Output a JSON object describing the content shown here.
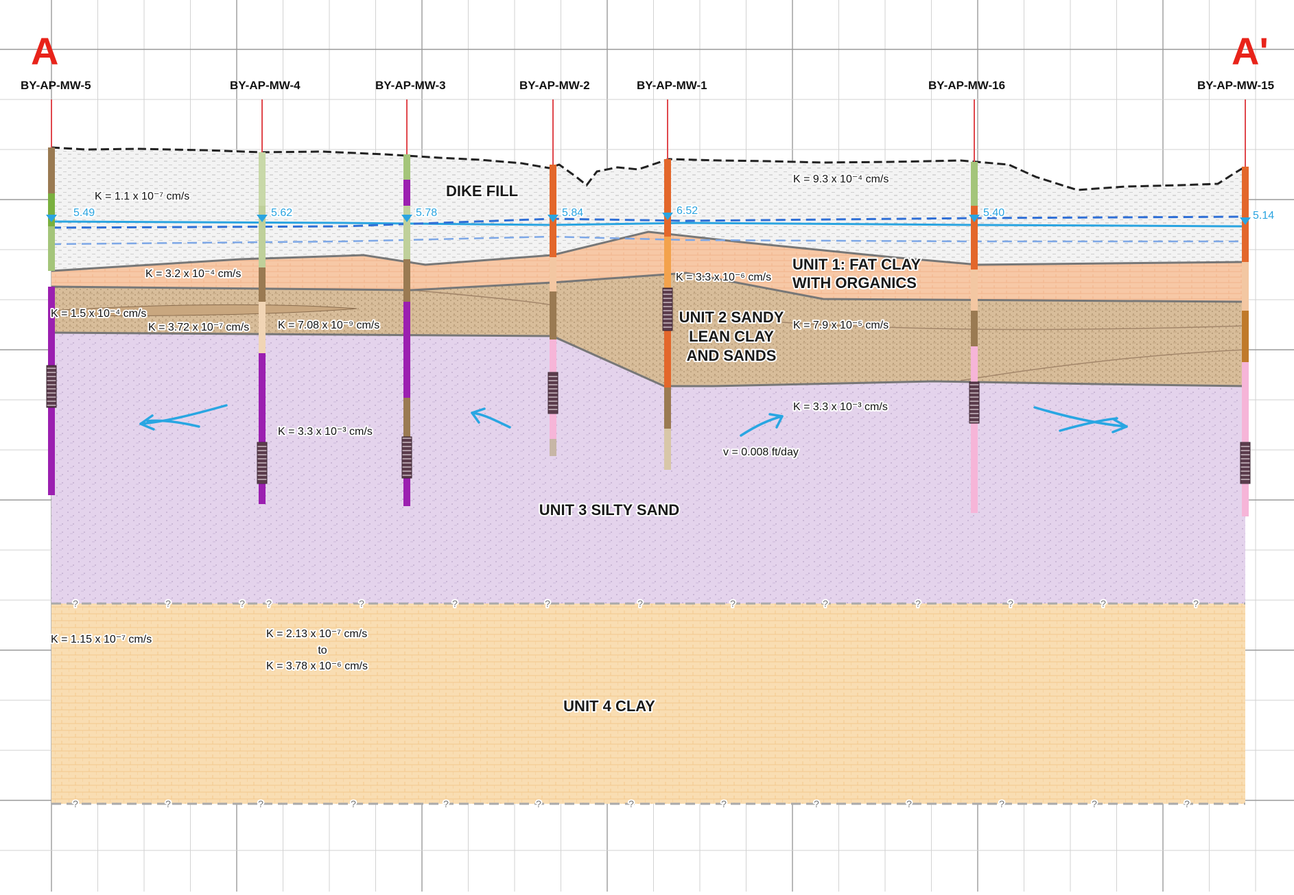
{
  "section": {
    "start_label": "A",
    "end_label": "A'"
  },
  "wells": [
    {
      "name": "BY-AP-MW-5",
      "water_level": "5.49"
    },
    {
      "name": "BY-AP-MW-4",
      "water_level": "5.62"
    },
    {
      "name": "BY-AP-MW-3",
      "water_level": "5.78"
    },
    {
      "name": "BY-AP-MW-2",
      "water_level": "5.84"
    },
    {
      "name": "BY-AP-MW-1",
      "water_level": "6.52"
    },
    {
      "name": "BY-AP-MW-16",
      "water_level": "5.40"
    },
    {
      "name": "BY-AP-MW-15",
      "water_level": "5.14"
    }
  ],
  "units": {
    "dike_fill": "DIKE FILL",
    "unit1_line1": "UNIT 1: FAT CLAY",
    "unit1_line2": "WITH ORGANICS",
    "unit2_line1": "UNIT 2 SANDY",
    "unit2_line2": "LEAN CLAY",
    "unit2_line3": "AND SANDS",
    "unit3": "UNIT 3 SILTY SAND",
    "unit4": "UNIT 4 CLAY"
  },
  "k_values": {
    "k_dike_left": "K = 1.1 x 10⁻⁷ cm/s",
    "k_dike_right": "K = 9.3 x 10⁻⁴ cm/s",
    "k_unit1_left": "K = 3.2 x 10⁻⁴ cm/s",
    "k_unit1_right": "K = 3.3 x 10⁻⁶ cm/s",
    "k_unit2_a": "K = 1.5 x 10⁻⁴ cm/s",
    "k_unit2_b": "K = 3.72 x 10⁻⁷ cm/s",
    "k_unit2_c": "K = 7.08 x 10⁻⁹ cm/s",
    "k_unit2_right": "K = 7.9 x 10⁻⁵ cm/s",
    "k_unit3_left": "K = 3.3 x 10⁻³ cm/s",
    "k_unit3_right": "K = 3.3 x 10⁻³ cm/s",
    "k_unit4_left": "K = 1.15 x 10⁻⁷ cm/s",
    "k_unit4_mid_1": "K = 2.13 x 10⁻⁷ cm/s",
    "k_unit4_mid_to": "to",
    "k_unit4_mid_2": "K = 3.78 x 10⁻⁶ cm/s"
  },
  "velocity": "v = 0.008 ft/day",
  "uncertain_contact_mark": "?",
  "colors": {
    "dike_fill": "#f2f2f2",
    "unit1": "#f6c7a5",
    "unit2": "#d6bb98",
    "unit3": "#e3d2eb",
    "unit4": "#f9dcb0",
    "water_table": "#2aa4e0",
    "flow_arrow": "#29a6e2",
    "end_label": "#e8231a",
    "contact_line": "#7a7a7a"
  }
}
